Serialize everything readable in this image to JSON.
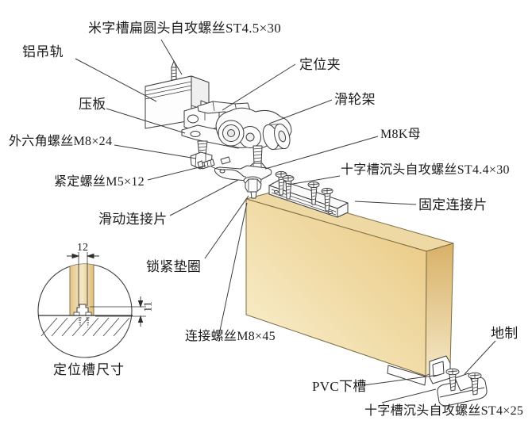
{
  "diagram": {
    "kind": "exploded assembly diagram of sliding-door hanging hardware",
    "labels": {
      "top_screw": "米字槽扁圆头自攻螺丝ST4.5×30",
      "rail": "铝吊轨",
      "positioning_clip": "定位夹",
      "clamp_plate": "压板",
      "roller_frame": "滑轮架",
      "hex_bolt": "外六角螺丝M8×24",
      "m8k_nut": "M8K母",
      "cross_screw_top": "十字槽沉头自攻螺丝ST4.4×30",
      "set_screw": "紧定螺丝M5×12",
      "fixed_plate": "固定连接片",
      "sliding_plate": "滑动连接片",
      "lock_washer": "锁紧垫圈",
      "connect_bolt": "连接螺丝M8×45",
      "floor_guide": "地制",
      "pvc_channel": "PVC下槽",
      "cross_screw_bottom": "十字槽沉头自攻螺丝ST4×25",
      "detail_caption": "定位槽尺寸"
    },
    "dimensions": {
      "groove_width_mm": "12",
      "groove_depth_mm": "11"
    },
    "colors": {
      "background": "#FFFFFF",
      "line": "#3C3C3C",
      "text": "#1C1C1C",
      "door_face_light": "#FAF1D2",
      "door_face_dark": "#E8C77E",
      "door_top_face": "#EED9A5",
      "door_side_top": "#D8B168",
      "door_side_bottom": "#F4E7C5",
      "hardware_fill": "#FBFBFB"
    }
  }
}
